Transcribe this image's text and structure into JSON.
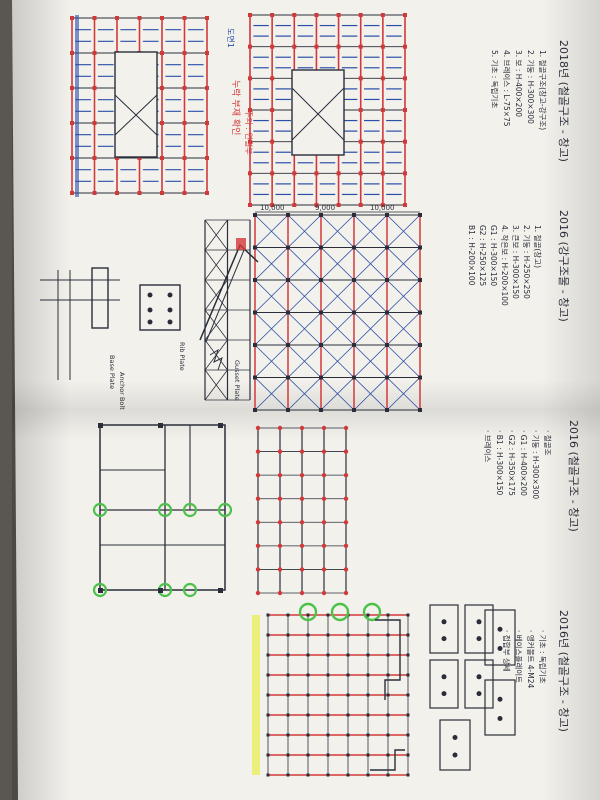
{
  "document": {
    "orientation": "rotated-90",
    "colors": {
      "paper": "#f3f1ec",
      "ink_black": "#2b2e3a",
      "ink_red": "#d23a3a",
      "ink_blue": "#2a4fa8",
      "marker_green": "#4cc24c",
      "highlight_yellow": "#e9ef66",
      "background": "#5a5650"
    },
    "headings": [
      {
        "text": "2018년 (철골구조 - 창고)"
      },
      {
        "text": "2016 (강구조물 - 창고)"
      },
      {
        "text": "2016 (철골구조 - 창고)"
      },
      {
        "text": "2016년 (철골구조 - 창고)"
      }
    ],
    "margin_note": "도면1",
    "dims": [
      "10,000",
      "9,000",
      "10,000"
    ],
    "detail_labels": [
      "Base Plate",
      "Anchor Bolt",
      "Rib Plate",
      "Gusset Plate"
    ],
    "note_lines_left": [
      "1. 철골구조(창고-강구조)",
      "2. 기둥 : H-300×300",
      "3. 보 : H-400×200",
      "4. 브레이스 : L-75×75",
      "5. 기초 : 독립기초"
    ],
    "note_lines_mid": [
      "1. 철골(창고)",
      "2. 기둥 : H-250×250",
      "3. 큰보 : H-300×150",
      "4. 작은보 : H-200×100",
      "G1 : H-300×150",
      "G2 : H-250×125",
      "B1 : H-200×100"
    ],
    "note_lines_right": [
      "· 철골조",
      "· 기둥 : H-300×300",
      "· G1 : H-400×200",
      "· G2 : H-350×175",
      "· B1 : H-300×150",
      "· 브레이스"
    ],
    "note_lines_far": [
      "· 기초 : 독립기초",
      "· 앵커볼트 4-M24",
      "· 베이스플레이트",
      "· 접합부 상세"
    ],
    "red_notes": [
      "누락 부재 확인",
      "주의 : 연결부"
    ]
  }
}
